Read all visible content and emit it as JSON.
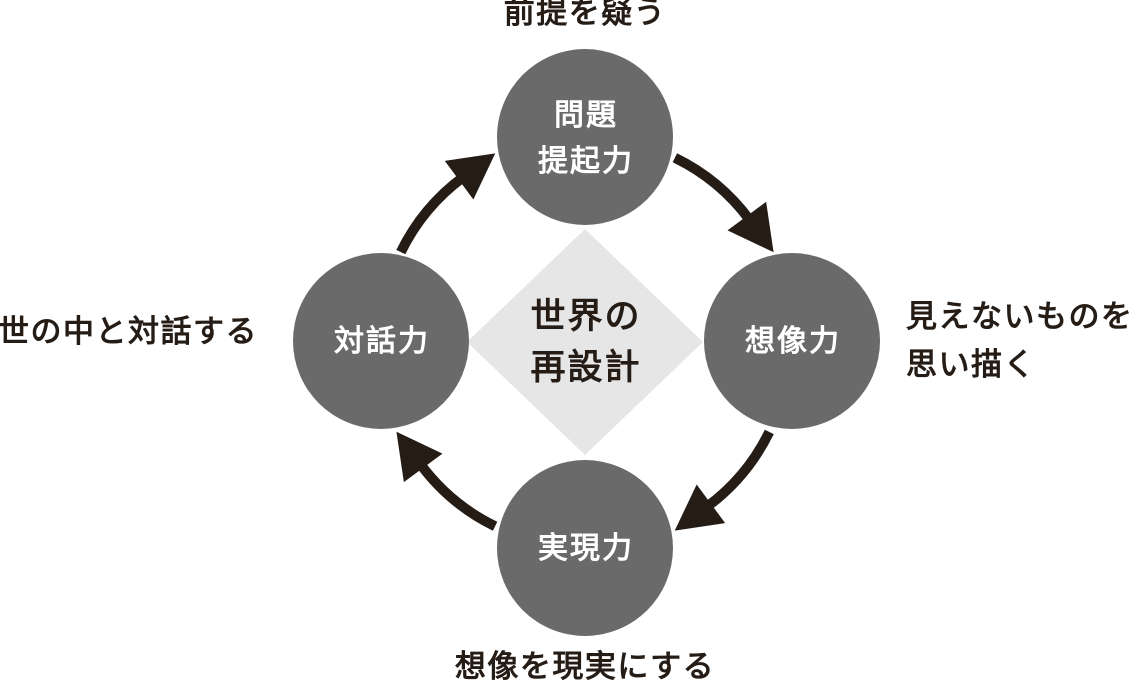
{
  "diagram": {
    "title_concept": "世界の再設計",
    "center": {
      "label": "世界の\n再設計"
    },
    "nodes": [
      {
        "id": "top",
        "label": "問題\n提起力",
        "annotation": "前提を疑う"
      },
      {
        "id": "right",
        "label": "想像力",
        "annotation": "見えないものを\n思い描く"
      },
      {
        "id": "bottom",
        "label": "実現力",
        "annotation": "想像を現実にする"
      },
      {
        "id": "left",
        "label": "対話力",
        "annotation": "世の中と対話する"
      }
    ],
    "flow": "clockwise",
    "colors": {
      "node_fill": "#6a6a6a",
      "node_text": "#ffffff",
      "diamond_fill": "#e6e6e6",
      "arrow": "#251c16",
      "annotation_text": "#251c16",
      "background": "#ffffff"
    }
  }
}
